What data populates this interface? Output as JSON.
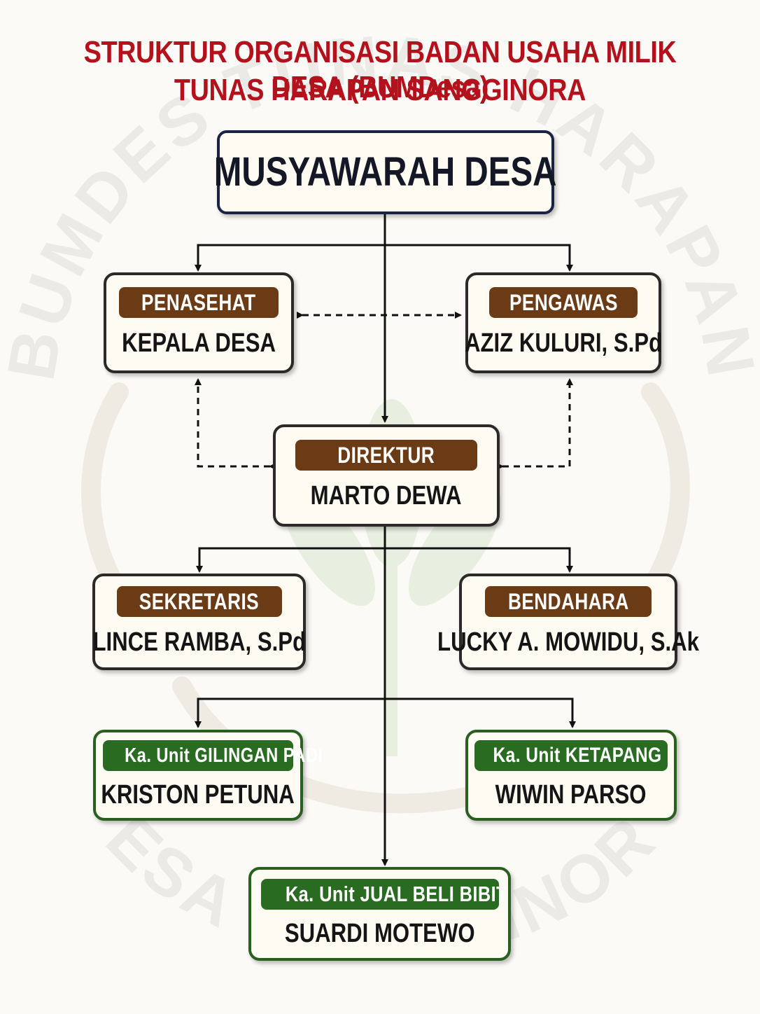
{
  "title": {
    "line1": "STRUKTUR ORGANISASI BADAN USAHA MILIK DESA (BUMDesa)",
    "line2": "TUNAS HARAPAN SANGGINORA"
  },
  "watermark": {
    "top_text": "BUMDES TUNAS HARAPAN",
    "bottom_text": "DESA SANGGINORA"
  },
  "nodes": {
    "musyawarah": {
      "name": "MUSYAWARAH DESA"
    },
    "penasehat": {
      "role": "PENASEHAT",
      "name": "KEPALA DESA"
    },
    "pengawas": {
      "role": "PENGAWAS",
      "name": "AZIZ KULURI, S.Pd"
    },
    "direktur": {
      "role": "DIREKTUR",
      "name": "MARTO DEWA"
    },
    "sekretaris": {
      "role": "SEKRETARIS",
      "name": "LINCE RAMBA, S.Pd"
    },
    "bendahara": {
      "role": "BENDAHARA",
      "name": "LUCKY A. MOWIDU, S.Ak"
    },
    "unit_gilingan": {
      "role": "Ka. Unit GILINGAN PADI",
      "name": "KRISTON PETUNA"
    },
    "unit_ketapang": {
      "role": "Ka. Unit KETAPANG",
      "name": "WIWIN PARSO"
    },
    "unit_bibit": {
      "role": "Ka. Unit JUAL BELI BIBIT",
      "name": "SUARDI MOTEWO"
    }
  },
  "colors": {
    "title": "#b3121d",
    "role_badge_brown": "#6b3b16",
    "role_badge_green": "#2a6b22",
    "box_border_green": "#2a5f20",
    "root_border": "#1a2246"
  }
}
